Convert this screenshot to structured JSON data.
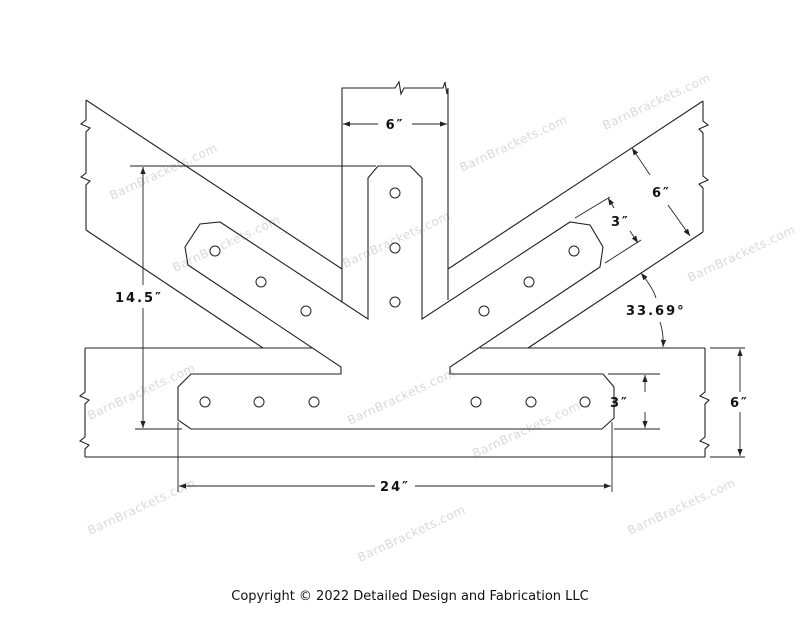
{
  "watermark": "BarnBrackets.com",
  "dimensions": {
    "post_width": "6″",
    "plate_height": "14.5″",
    "brace_depth": "6″",
    "brace_plate_width": "3″",
    "brace_angle": "33.69°",
    "beam_plate_width": "3″",
    "beam_depth": "6″",
    "plate_length": "24″"
  },
  "footer": {
    "copyright": "Copyright © 2022 Detailed Design and Fabrication LLC"
  },
  "colors": {
    "line": "#222222",
    "watermark": "#d9d9d9"
  }
}
